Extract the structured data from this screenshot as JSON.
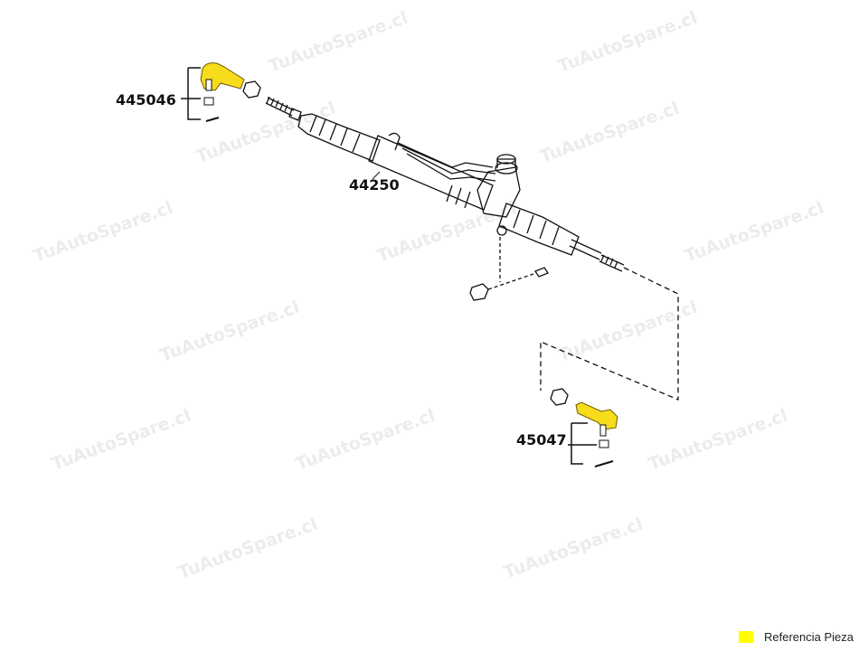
{
  "watermark": "TuAutoSpare.cl",
  "parts": [
    {
      "number": "445046",
      "highlighted": true
    },
    {
      "number": "44250",
      "highlighted": false
    },
    {
      "number": "45047",
      "highlighted": true
    }
  ],
  "legend": {
    "label": "Referencia Pieza",
    "color": "#ffff00"
  },
  "colors": {
    "highlight": "#f7dc1c",
    "line": "#111111",
    "watermark": "#ececec"
  }
}
